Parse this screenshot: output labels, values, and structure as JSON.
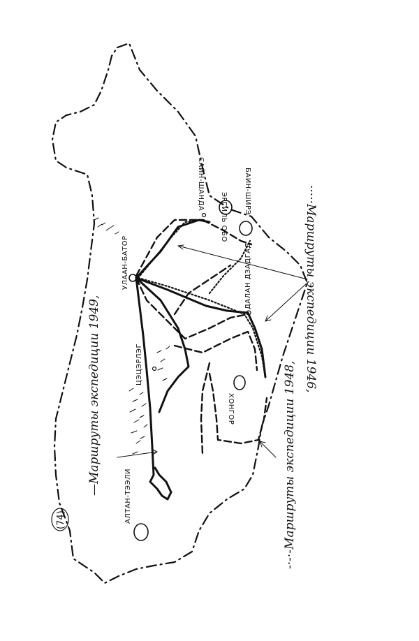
{
  "page": {
    "number": "(74)"
  },
  "places": {
    "ulaanbaatar": "УЛААН-БАТОР",
    "altan_tseli": "АЛТАН-ТЭЭЛИ",
    "tsetserleg": "ЦЭЦЭРЛЭГ",
    "khongor": "ХОНГОР",
    "dalan_dzadgad": "ДАЛАН ДЗАДГАД",
    "ergil_obo": "ЭРГИЛЬ ОБО",
    "sain_shanda": "САЙН-ШАНДА",
    "bain_shire": "БАИН-ШИРЭ"
  },
  "legend": {
    "route_1949": "—Маршруты экспедиции 1949,",
    "route_1948": "-·-·-Маршруты экспедиции 1948,",
    "route_1946": "·····Маршруты экспедиции 1946,"
  }
}
